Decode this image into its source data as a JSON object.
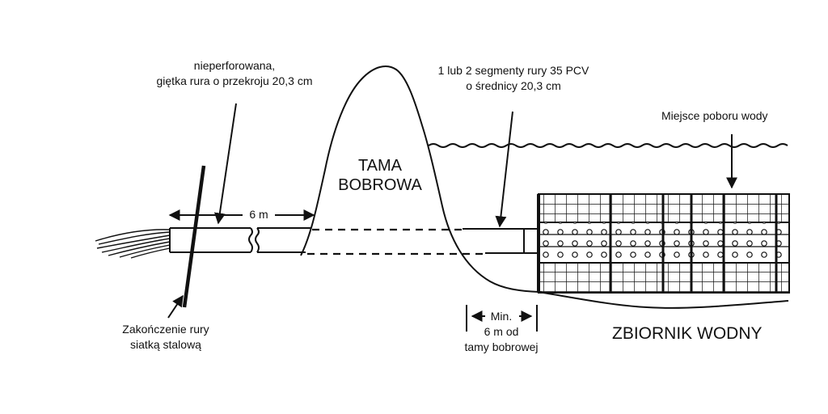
{
  "labels": {
    "hose_line1": "nieperforowana,",
    "hose_line2": "giętka rura o przekroju 20,3 cm",
    "pvc_line1": "1 lub 2 segmenty rury 35 PCV",
    "pvc_line2": "o średnicy 20,3 cm",
    "intake": "Miejsce poboru wody",
    "dam_line1": "TAMA",
    "dam_line2": "BOBROWA",
    "six_m": "6 m",
    "mesh_line1": "Zakończenie rury",
    "mesh_line2": "siatką stalową",
    "min_line1": "Min.",
    "min_line2": "6 m od",
    "min_line3": "tamy bobrowej",
    "reservoir": "ZBIORNIK WODNY"
  },
  "colors": {
    "ink": "#111111",
    "paper": "#ffffff"
  }
}
